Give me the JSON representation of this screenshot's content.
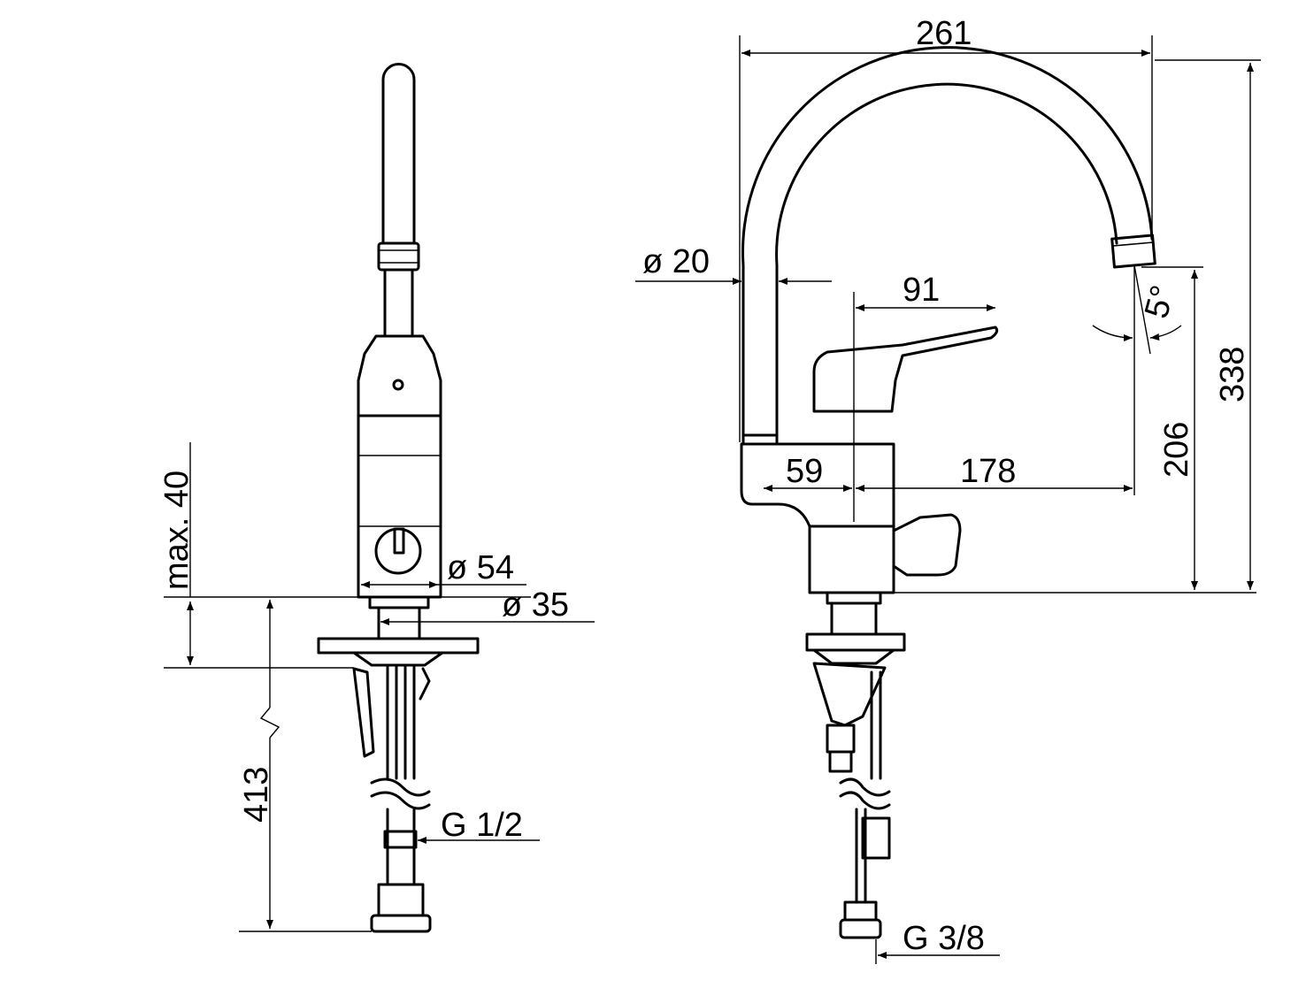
{
  "drawing": {
    "front_view": {
      "dimensions": {
        "max_height_deck": "max. 40",
        "body_diameter": "ø 54",
        "shank_diameter": "ø 35",
        "shank_length": "413",
        "connection_thread": "G 1/2"
      }
    },
    "side_view": {
      "dimensions": {
        "spout_reach": "261",
        "spout_diameter": "ø 20",
        "lever_length": "91",
        "spout_angle": "5°",
        "total_height": "338",
        "outlet_height": "206",
        "body_offset": "59",
        "projection": "178",
        "connection_thread": "G 3/8"
      }
    }
  }
}
